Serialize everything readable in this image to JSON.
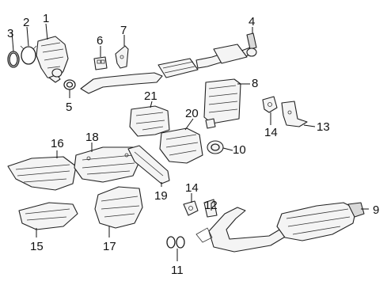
{
  "diagram": {
    "callouts": {
      "c1": "1",
      "c2": "2",
      "c3": "3",
      "c4": "4",
      "c5": "5",
      "c6": "6",
      "c7": "7",
      "c8": "8",
      "c9": "9",
      "c10": "10",
      "c11": "11",
      "c12": "12",
      "c13": "13",
      "c14a": "14",
      "c14b": "14",
      "c15": "15",
      "c16": "16",
      "c17": "17",
      "c18": "18",
      "c19": "19",
      "c20": "20",
      "c21": "21"
    }
  }
}
